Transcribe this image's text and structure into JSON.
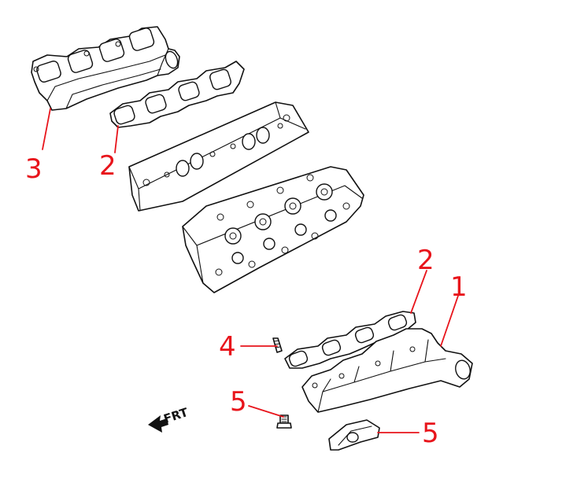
{
  "colors": {
    "callout": "#e8141b",
    "line_art": "#111111",
    "background": "#ffffff"
  },
  "orientation": {
    "label": "FRT",
    "icon": "arrow-left-icon"
  },
  "callouts": {
    "left_manifold": "3",
    "left_gasket": "2",
    "right_gasket": "2",
    "right_manifold": "1",
    "stud": "4",
    "bolt": "5",
    "heat_shield": "5"
  }
}
